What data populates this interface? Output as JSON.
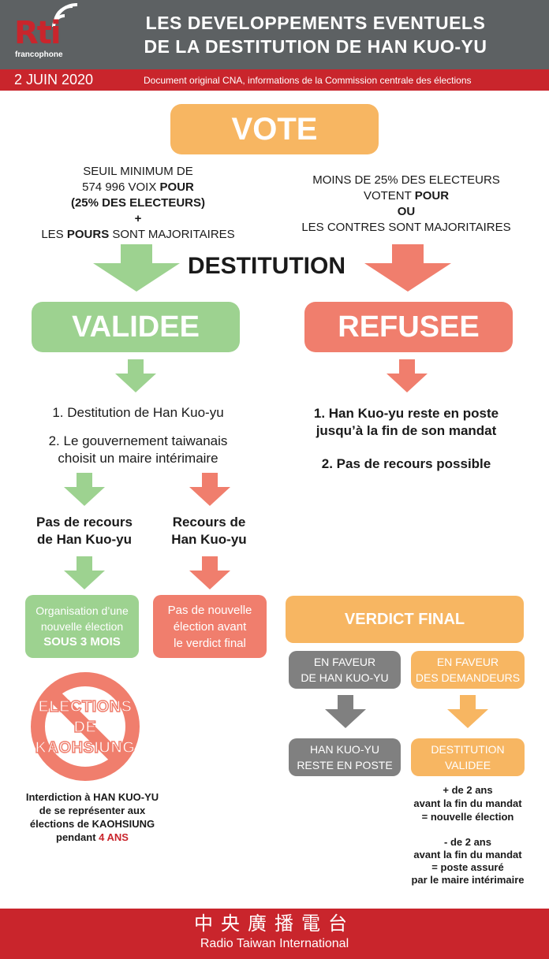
{
  "header": {
    "logo_text": "Rti",
    "logo_sub": "francophone",
    "title_line1": "LES DEVELOPPEMENTS EVENTUELS",
    "title_line2": "DE LA DESTITUTION DE HAN KUO-YU",
    "date": "2 JUIN 2020",
    "source": "Document original CNA, informations de la Commission centrale des élections"
  },
  "vote": {
    "label": "VOTE"
  },
  "left_condition": {
    "line1": "SEUIL MINIMUM DE",
    "line2a": "574 996 VOIX ",
    "line2b": "POUR",
    "line3": "(25% DES ELECTEURS)",
    "plus": "+",
    "line5a": "LES ",
    "line5b": "POURS",
    "line5c": " SONT MAJORITAIRES"
  },
  "right_condition": {
    "line1": "MOINS DE 25% DES ELECTEURS",
    "line2a": "VOTENT ",
    "line2b": "POUR",
    "line3": "OU",
    "line4": "LES CONTRES SONT MAJORITAIRES"
  },
  "destitution": {
    "label": "DESTITUTION"
  },
  "validee": {
    "label": "VALIDEE"
  },
  "refusee": {
    "label": "REFUSEE"
  },
  "validee_steps": {
    "step1": "1. Destitution de Han Kuo-yu",
    "step2a": "2. Le gouvernement taiwanais",
    "step2b": "choisit un maire intérimaire"
  },
  "refusee_steps": {
    "step1a": "1. Han Kuo-yu reste en poste",
    "step1b": "jusqu’à la fin de son mandat",
    "step2": "2. Pas de recours possible"
  },
  "no_recourse": {
    "line1": "Pas de recours",
    "line2": "de Han Kuo-yu"
  },
  "recourse": {
    "line1": "Recours de",
    "line2": "Han Kuo-yu"
  },
  "new_election": {
    "line1": "Organisation d’une",
    "line2": "nouvelle élection",
    "line3": "SOUS 3 MOIS"
  },
  "no_new_election": {
    "line1": "Pas de nouvelle",
    "line2": "élection avant",
    "line3": "le verdict final"
  },
  "elections_stamp": {
    "line1": "ELECTIONS",
    "line2": "DE",
    "line3": "KAOHSIUNG"
  },
  "ban": {
    "line1": "Interdiction à HAN KUO-YU",
    "line2": "de se représenter aux",
    "line3": "élections de KAOHSIUNG",
    "line4a": "pendant ",
    "line4b": "4 ANS"
  },
  "verdict": {
    "label": "VERDICT FINAL"
  },
  "favor_han": {
    "line1": "EN FAVEUR",
    "line2": "DE HAN KUO-YU"
  },
  "favor_plaintiffs": {
    "line1": "EN FAVEUR",
    "line2": "DES DEMANDEURS"
  },
  "han_stays": {
    "line1": "HAN KUO-YU",
    "line2": "RESTE EN POSTE"
  },
  "dest_validated": {
    "line1": "DESTITUTION",
    "line2": "VALIDEE"
  },
  "more_two_years": {
    "line1": "+ de 2 ans",
    "line2": "avant la fin du mandat",
    "line3": "= nouvelle élection"
  },
  "less_two_years": {
    "line1": "- de 2 ans",
    "line2": "avant la fin du mandat",
    "line3": "= poste assuré",
    "line4": "par le maire intérimaire"
  },
  "footer": {
    "chinese": "中央廣播電台",
    "english": "Radio Taiwan International"
  },
  "colors": {
    "header_grey": "#5d6163",
    "brand_red": "#c9252c",
    "orange": "#f7b662",
    "green": "#9dd290",
    "salmon": "#f07e6d",
    "grey": "#808080"
  }
}
